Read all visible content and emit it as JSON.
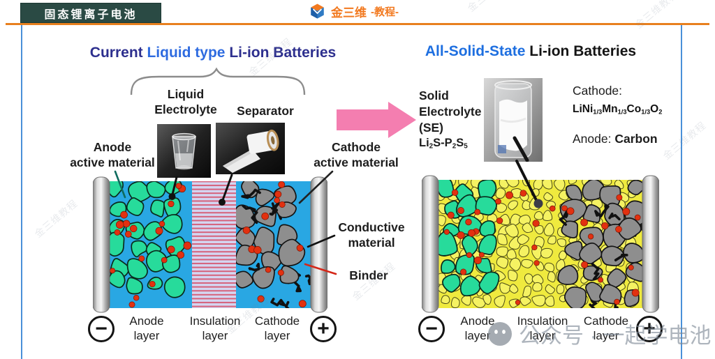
{
  "header": {
    "slide_title": "固态锂离子电池",
    "brand": "金三维",
    "brand_suffix": "-教程-"
  },
  "left": {
    "title": {
      "p1": "Current ",
      "p2": "Liquid type",
      "p3": " Li-ion Batteries"
    },
    "label_liquid_l1": "Liquid",
    "label_liquid_l2": "Electrolyte",
    "label_separator": "Separator",
    "label_anode_l1": "Anode",
    "label_anode_l2": "active material",
    "label_cathode_l1": "Cathode",
    "label_cathode_l2": "active material",
    "label_conductive_l1": "Conductive",
    "label_conductive_l2": "material",
    "label_binder": "Binder",
    "terminal_minus": "−",
    "terminal_plus": "+",
    "layers": [
      {
        "l1": "Anode",
        "l2": "layer"
      },
      {
        "l1": "Insulation",
        "l2": "layer"
      },
      {
        "l1": "Cathode",
        "l2": "layer"
      }
    ]
  },
  "right": {
    "title": {
      "p1": "All-Solid-State",
      "p2": " Li-ion Batteries"
    },
    "label_se_l1": "Solid",
    "label_se_l2": "Electrolyte",
    "label_se_l3": "(SE)",
    "se_formula": [
      "Li",
      "2",
      "S-P",
      "2",
      "S",
      "5"
    ],
    "label_cathode": "Cathode:",
    "cathode_formula": [
      "LiNi",
      "1/3",
      "Mn",
      "1/3",
      "Co",
      "1/3",
      "O",
      "2"
    ],
    "label_anode": "Anode:",
    "anode_value": "Carbon",
    "terminal_minus": "−",
    "terminal_plus": "+",
    "layers": [
      {
        "l1": "Anode",
        "l2": "layer"
      },
      {
        "l1": "Insulation",
        "l2": "layer"
      },
      {
        "l1": "Cathode",
        "l2": "layer"
      }
    ]
  },
  "watermark": {
    "wechat_line": "公众号 · 一起学电池",
    "diagonal": "金三维教程"
  },
  "colors": {
    "accent_orange": "#E8801E",
    "frame_blue": "#4A90D8",
    "header_teal": "#2A4A44",
    "electrolyte_blue": "#29A7E3",
    "solid_electrolyte_yellow": "#EFEA3E",
    "pebble_yellow": "#F5F262",
    "anode_green": "#27DB9B",
    "cathode_gray": "#8E8E8E",
    "binder_red": "#E23110",
    "arrow_pink": "#F47EB0",
    "title_navy": "#2D2F8E",
    "title_blue": "#2E6BE0"
  }
}
